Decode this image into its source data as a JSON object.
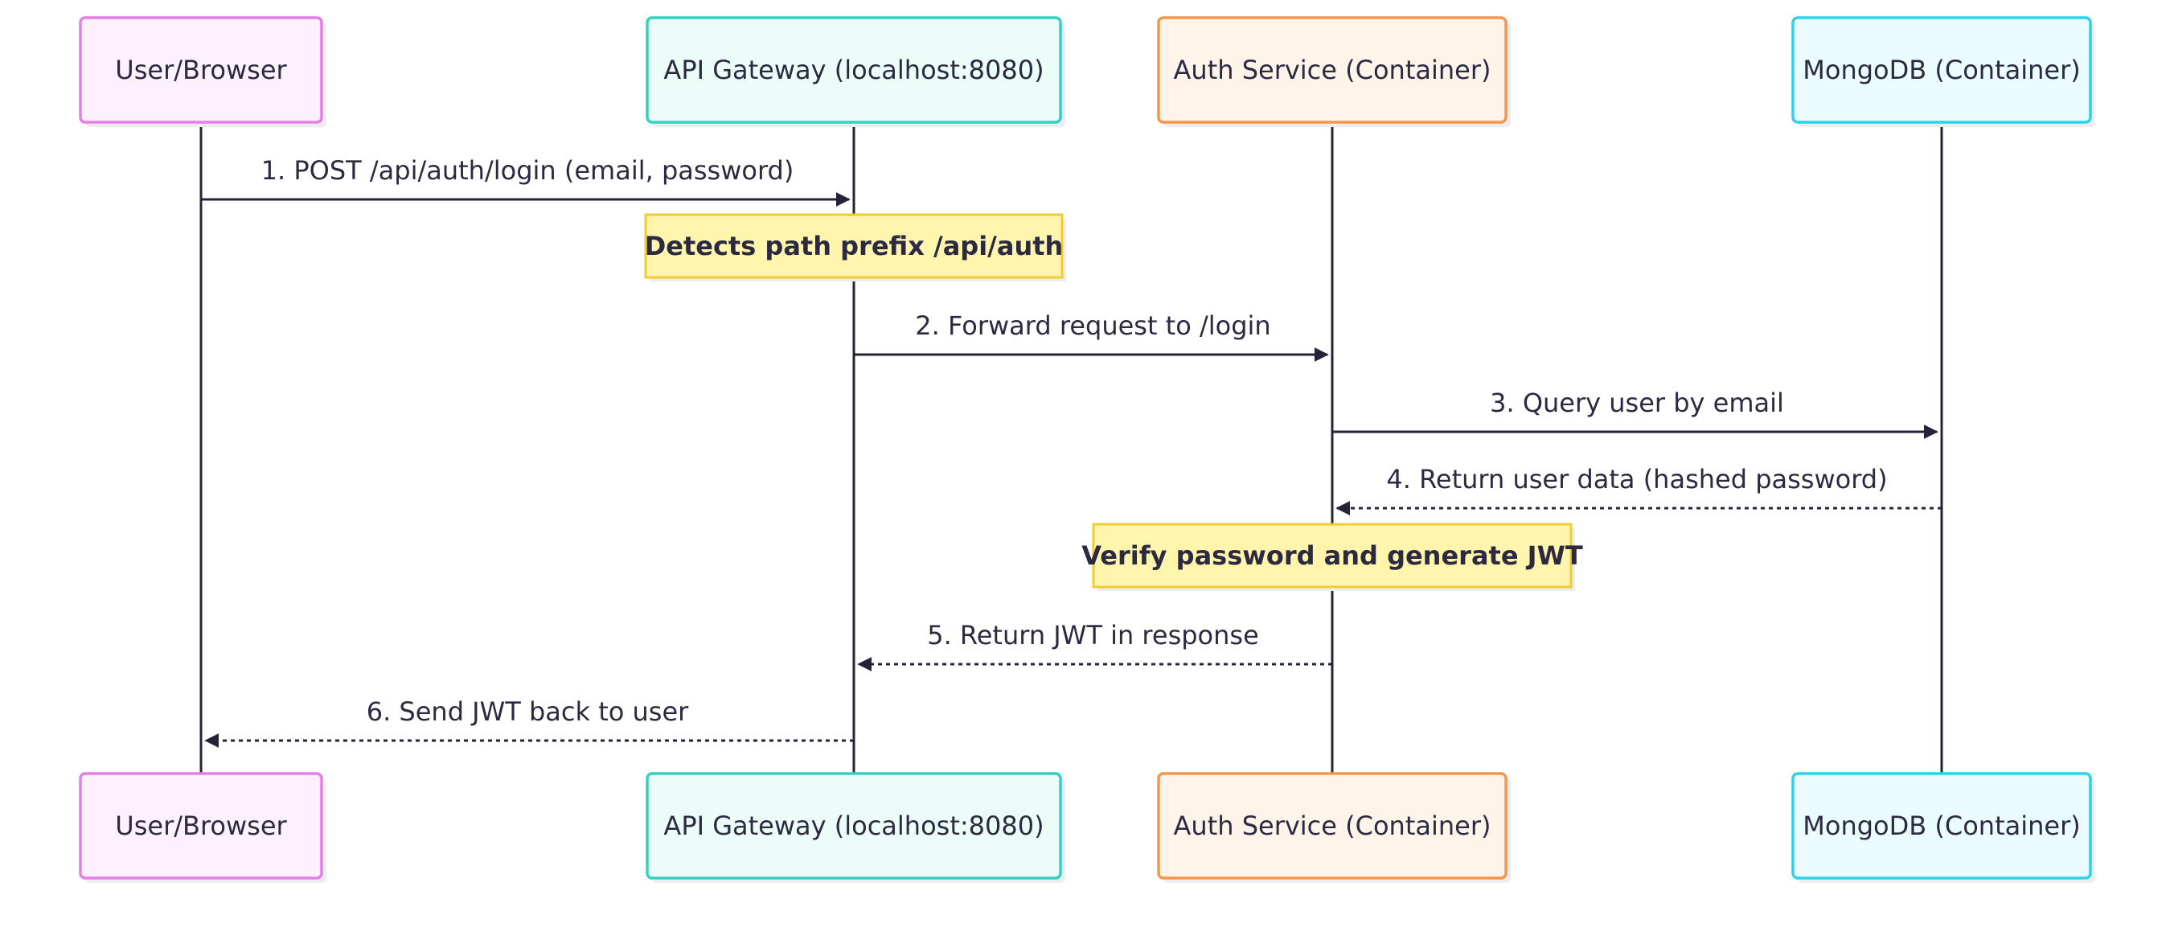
{
  "participants": [
    {
      "label": "User/Browser",
      "border": "#e57ee8",
      "fill": "#fdf1fd"
    },
    {
      "label": "API Gateway (localhost:8080)",
      "border": "#33d1bf",
      "fill": "#ecfcf9"
    },
    {
      "label": "Auth Service (Container)",
      "border": "#f5964a",
      "fill": "#fff4ea"
    },
    {
      "label": "MongoDB (Container)",
      "border": "#2cd3e8",
      "fill": "#ebfcfe"
    }
  ],
  "messages": [
    {
      "label": "1. POST /api/auth/login (email, password)",
      "from": 0,
      "to": 1,
      "style": "solid"
    },
    {
      "label": "2. Forward request to /login",
      "from": 1,
      "to": 2,
      "style": "solid"
    },
    {
      "label": "3. Query user by email",
      "from": 2,
      "to": 3,
      "style": "solid"
    },
    {
      "label": "4. Return user data (hashed password)",
      "from": 3,
      "to": 2,
      "style": "dashed"
    },
    {
      "label": "5. Return JWT in response",
      "from": 2,
      "to": 1,
      "style": "dashed"
    },
    {
      "label": "6. Send JWT back to user",
      "from": 1,
      "to": 0,
      "style": "dashed"
    }
  ],
  "notes": [
    {
      "label": "Detects path prefix /api/auth",
      "over": 1
    },
    {
      "label": "Verify password and generate JWT",
      "over": 2
    }
  ],
  "colors": {
    "line": "#24233a",
    "note_fill": "#fff5ad",
    "note_border": "#f2cc2f"
  }
}
